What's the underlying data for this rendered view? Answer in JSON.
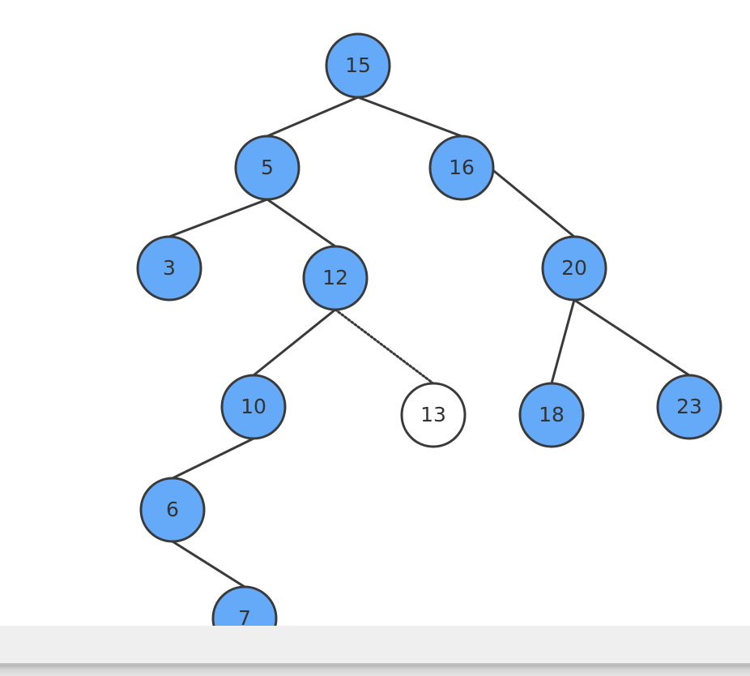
{
  "diagram": {
    "type": "binary-search-tree",
    "colors": {
      "node_fill": "#64aaf8",
      "inserted_fill": "#ffffff",
      "stroke": "#3a3a3a",
      "text": "#333333"
    },
    "nodes": [
      {
        "id": "n15",
        "label": "15",
        "state": "existing"
      },
      {
        "id": "n5",
        "label": "5",
        "state": "existing"
      },
      {
        "id": "n16",
        "label": "16",
        "state": "existing"
      },
      {
        "id": "n3",
        "label": "3",
        "state": "existing"
      },
      {
        "id": "n12",
        "label": "12",
        "state": "existing"
      },
      {
        "id": "n20",
        "label": "20",
        "state": "existing"
      },
      {
        "id": "n10",
        "label": "10",
        "state": "existing"
      },
      {
        "id": "n13",
        "label": "13",
        "state": "inserted"
      },
      {
        "id": "n18",
        "label": "18",
        "state": "existing"
      },
      {
        "id": "n23",
        "label": "23",
        "state": "existing"
      },
      {
        "id": "n6",
        "label": "6",
        "state": "existing"
      },
      {
        "id": "n7",
        "label": "7",
        "state": "existing"
      }
    ],
    "edges": [
      {
        "from": "n15",
        "to": "n5",
        "style": "solid"
      },
      {
        "from": "n15",
        "to": "n16",
        "style": "solid"
      },
      {
        "from": "n5",
        "to": "n3",
        "style": "solid"
      },
      {
        "from": "n5",
        "to": "n12",
        "style": "solid"
      },
      {
        "from": "n16",
        "to": "n20",
        "style": "solid"
      },
      {
        "from": "n12",
        "to": "n10",
        "style": "solid"
      },
      {
        "from": "n12",
        "to": "n13",
        "style": "dotted"
      },
      {
        "from": "n20",
        "to": "n18",
        "style": "solid"
      },
      {
        "from": "n20",
        "to": "n23",
        "style": "solid"
      },
      {
        "from": "n10",
        "to": "n6",
        "style": "solid"
      },
      {
        "from": "n6",
        "to": "n7",
        "style": "solid"
      }
    ]
  }
}
